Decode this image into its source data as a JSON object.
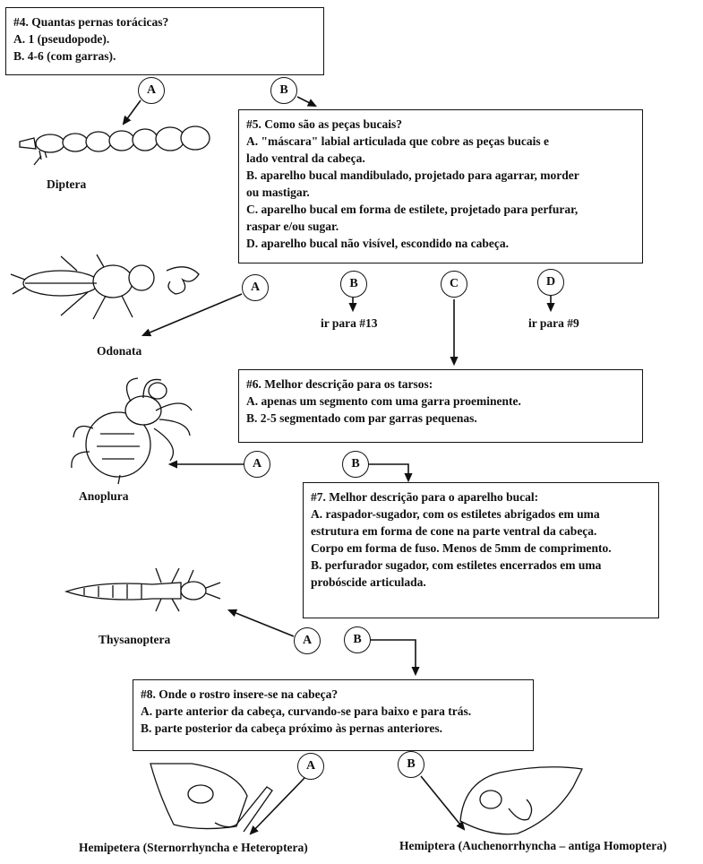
{
  "q4": {
    "title": "#4. Quantas  pernas torácicas?",
    "a": "A. 1 (pseudopode).",
    "b": "B. 4-6 (com garras)."
  },
  "q5": {
    "title": "#5. Como são as peças bucais?",
    "lines": [
      "A. \"máscara\" labial articulada que cobre as peças bucais e",
      "lado ventral da cabeça.",
      "B. aparelho bucal mandibulado, projetado para agarrar, morder",
      "ou mastigar.",
      "C. aparelho bucal em forma de estilete, projetado para perfurar,",
      "raspar e/ou sugar.",
      "D. aparelho bucal não visível,  escondido na cabeça."
    ]
  },
  "q6": {
    "title": "#6. Melhor descrição para os tarsos:",
    "a": "A. apenas um segmento com uma garra proeminente.",
    "b": "B. 2-5 segmentado com par garras pequenas."
  },
  "q7": {
    "title": "#7. Melhor descrição para o aparelho bucal:",
    "lines": [
      "A. raspador-sugador, com os estiletes abrigados em uma",
      "estrutura em forma de cone na parte ventral da cabeça.",
      "Corpo em forma de fuso. Menos de 5mm de comprimento.",
      "B. perfurador sugador, com estiletes encerrados em uma",
      "probóscide articulada."
    ]
  },
  "q8": {
    "title": "#8. Onde o rostro insere-se na cabeça?",
    "a": "A. parte anterior da cabeça, curvando-se para baixo e para trás.",
    "b": "B. parte posterior da cabeça próximo às pernas anteriores."
  },
  "circles": {
    "a": "A",
    "b": "B",
    "c": "C",
    "d": "D"
  },
  "goto": {
    "b": "ir para #13",
    "d": "ir para #9"
  },
  "taxa": {
    "diptera": "Diptera",
    "odonata": "Odonata",
    "anoplura": "Anoplura",
    "thysanoptera": "Thysanoptera",
    "hemiptera_a": "Hemipetera (Sternorrhyncha e Heteroptera)",
    "hemiptera_b": "Hemiptera (Auchenorrhyncha – antiga Homoptera)"
  }
}
